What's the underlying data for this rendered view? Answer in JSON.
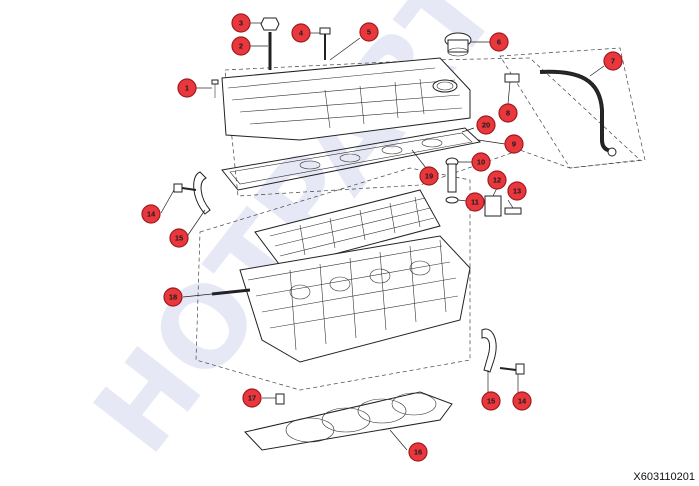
{
  "code": "X603110201",
  "watermark": "HOTPARTS",
  "callouts": [
    "1",
    "2",
    "3",
    "4",
    "5",
    "6",
    "7",
    "8",
    "9",
    "10",
    "11",
    "12",
    "13",
    "14",
    "15",
    "15",
    "16",
    "17",
    "18",
    "19",
    "20",
    "14"
  ]
}
